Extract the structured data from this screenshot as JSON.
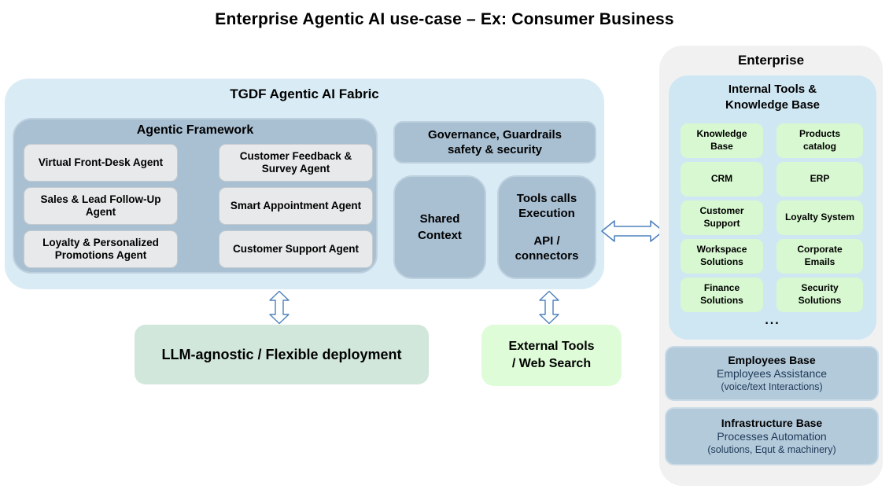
{
  "title": "Enterprise Agentic AI use-case – Ex: Consumer Business",
  "fabric": {
    "title": "TGDF Agentic AI Fabric",
    "framework": {
      "title": "Agentic Framework",
      "agents": [
        "Virtual Front-Desk Agent",
        "Customer Feedback & Survey Agent",
        "Sales & Lead Follow-Up Agent",
        "Smart Appointment Agent",
        "Loyalty & Personalized Promotions Agent",
        "Customer Support Agent"
      ]
    },
    "governance": {
      "line1": "Governance, Guardrails",
      "line2": "safety & security"
    },
    "shared_context": "Shared Context",
    "tools_calls": {
      "line1": "Tools calls Execution",
      "line2": "API / connectors"
    }
  },
  "deployment": {
    "label": "LLM-agnostic / Flexible deployment"
  },
  "external_tools": {
    "line1": "External Tools",
    "line2": "/ Web Search"
  },
  "enterprise": {
    "title": "Enterprise",
    "internal_tools": {
      "title_line1": "Internal Tools &",
      "title_line2": "Knowledge Base",
      "items": [
        "Knowledge Base",
        "Products catalog",
        "CRM",
        "ERP",
        "Customer Support",
        "Loyalty System",
        "Workspace Solutions",
        "Corporate Emails",
        "Finance Solutions",
        "Security Solutions"
      ],
      "more": "..."
    },
    "employees_base": {
      "title": "Employees Base",
      "line2": "Employees Assistance",
      "line3": "(voice/text Interactions)"
    },
    "infrastructure_base": {
      "title": "Infrastructure Base",
      "line2": "Processes Automation",
      "line3": "(solutions, Equt & machinery)"
    }
  },
  "colors": {
    "fabric_bg": "#d9ebf5",
    "panel_blue": "#a9c0d3",
    "agent_box_bg": "#e7e9ea",
    "internal_bg": "#cfe7f3",
    "tool_green": "#d7f8d0",
    "enterprise_bg": "#f1f1f2",
    "base_blue": "#b3cadb",
    "deployment_bg": "#d2e7db",
    "external_bg": "#defcd7",
    "arrow_stroke": "#4f81bd",
    "dark_text": "#1f3a56"
  }
}
